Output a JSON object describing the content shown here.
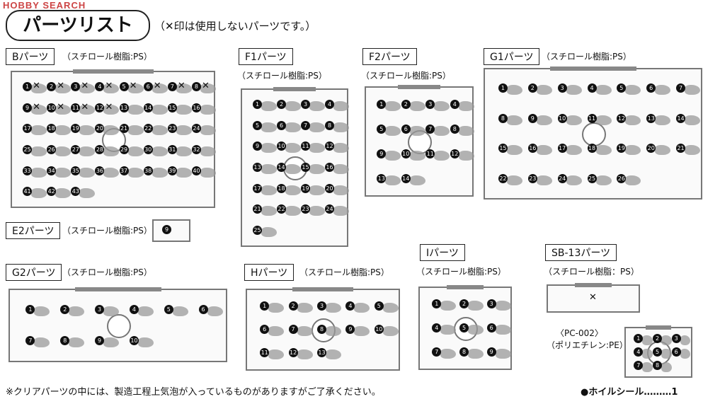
{
  "watermark": "HOBBY SEARCH",
  "header": {
    "title": "パーツリスト",
    "note": "（✕印は使用しないパーツです。）"
  },
  "runners": [
    {
      "id": "b",
      "label": "Bパーツ",
      "material": "（スチロール樹脂:PS）",
      "parts": 43,
      "crossed": 12
    },
    {
      "id": "f1",
      "label": "F1パーツ",
      "material": "（スチロール樹脂:PS）",
      "parts": 25,
      "crossed": 0
    },
    {
      "id": "f2",
      "label": "F2パーツ",
      "material": "（スチロール樹脂:PS）",
      "parts": 14,
      "crossed": 0
    },
    {
      "id": "g1",
      "label": "G1パーツ",
      "material": "（スチロール樹脂:PS）",
      "parts": 26,
      "crossed": 0
    },
    {
      "id": "e2",
      "label": "E2パーツ",
      "material": "（スチロール樹脂:PS）",
      "parts": 1,
      "crossed": 0
    },
    {
      "id": "g2",
      "label": "G2パーツ",
      "material": "（スチロール樹脂:PS）",
      "parts": 10,
      "crossed": 0
    },
    {
      "id": "h",
      "label": "Hパーツ",
      "material": "（スチロール樹脂:PS）",
      "parts": 13,
      "crossed": 0
    },
    {
      "id": "i",
      "label": "Iパーツ",
      "material": "（スチロール樹脂:PS）",
      "parts": 9,
      "crossed": 0
    },
    {
      "id": "sb13",
      "label": "SB-13パーツ",
      "material": "（スチロール樹脂：PS）",
      "parts": 0,
      "crossed": 1
    },
    {
      "id": "pc002",
      "label": "〈PC-002〉",
      "material": "（ポリエチレン:PE）",
      "parts": 8,
      "crossed": 0
    }
  ],
  "e2_part": "9",
  "footer": {
    "note": "※クリアパーツの中には、製造工程上気泡が入っているものがありますがご了承ください。",
    "seal": "●ホイルシール………1"
  }
}
